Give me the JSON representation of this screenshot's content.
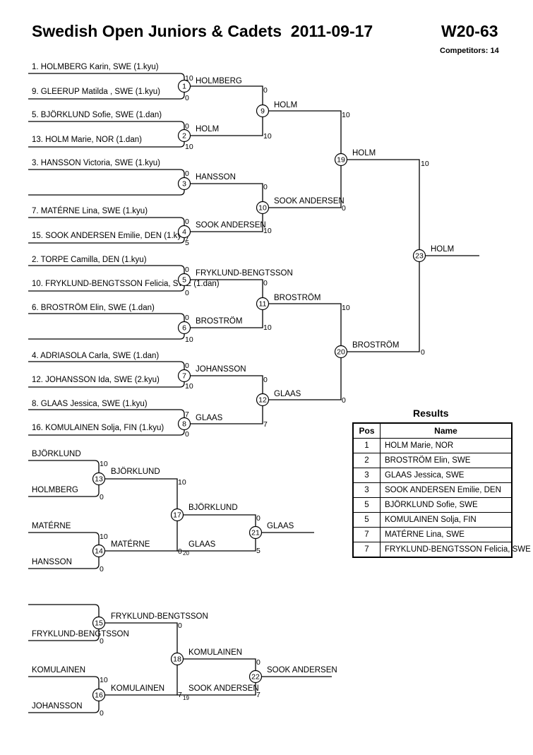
{
  "header": {
    "title": "Swedish Open Juniors & Cadets  2011-09-17",
    "category": "W20-63",
    "competitors": "Competitors: 14"
  },
  "entries": [
    "1. HOLMBERG Karin, SWE (1.kyu)",
    "9. GLEERUP Matilda , SWE (1.kyu)",
    "5. BJÖRKLUND Sofie, SWE (1.dan)",
    "13. HOLM Marie, NOR (1.dan)",
    "3. HANSSON Victoria, SWE (1.kyu)",
    "7. MATÉRNE Lina, SWE (1.kyu)",
    "15. SOOK ANDERSEN Emilie, DEN (1.kyu)",
    "2. TORPE Camilla, DEN (1.kyu)",
    "10. FRYKLUND-BENGTSSON Felicia, SWE (1.dan)",
    "6. BROSTRÖM Elin, SWE (1.dan)",
    "4. ADRIASOLA Carla, SWE (1.dan)",
    "12. JOHANSSON Ida, SWE (2.kyu)",
    "8. GLAAS Jessica, SWE (1.kyu)",
    "16. KOMULAINEN Solja, FIN (1.kyu)"
  ],
  "main_winners": {
    "m1": "HOLMBERG",
    "m2": "HOLM",
    "m3": "HANSSON",
    "m4": "SOOK ANDERSEN",
    "m5": "FRYKLUND-BENGTSSON",
    "m6": "BROSTRÖM",
    "m7": "JOHANSSON",
    "m8": "GLAAS",
    "m9": "HOLM",
    "m10": "SOOK ANDERSEN",
    "m11": "BROSTRÖM",
    "m12": "GLAAS",
    "m19": "HOLM",
    "m20": "BROSTRÖM",
    "m23": "HOLM"
  },
  "repechage": {
    "entries": [
      "BJÖRKLUND",
      "HOLMBERG",
      "MATÉRNE",
      "HANSSON",
      "FRYKLUND-BENGTSSON",
      "KOMULAINEN",
      "JOHANSSON"
    ],
    "winners": {
      "m13": "BJÖRKLUND",
      "m14": "MATÉRNE",
      "m17a": "BJÖRKLUND",
      "m17b": "GLAAS",
      "m21": "GLAAS",
      "m15": "FRYKLUND-BENGTSSON",
      "m16": "KOMULAINEN",
      "m18a": "KOMULAINEN",
      "m18b": "SOOK ANDERSEN",
      "m22": "SOOK ANDERSEN"
    }
  },
  "scores": {
    "s1a": "10",
    "s1b": "0",
    "s2a": "0",
    "s2b": "10",
    "s3a": "0",
    "s4a": "0",
    "s4b": "5",
    "s5a": "0",
    "s5b": "0",
    "s6a": "0",
    "s6b": "10",
    "s7a": "0",
    "s7b": "10",
    "s8a": "7",
    "s8b": "0",
    "s9a": "0",
    "s9b": "10",
    "s10a": "0",
    "s10b": "10",
    "s11a": "0",
    "s11b": "10",
    "s12a": "0",
    "s12b": "7",
    "s19a": "10",
    "s19b": "0",
    "s20a": "10",
    "s20b": "0",
    "s23a": "10",
    "s23b": "0",
    "s13a": "10",
    "s13b": "0",
    "s14a": "10",
    "s14b": "0",
    "s17a": "10",
    "s17b": "0",
    "s21a": "0",
    "s21b": "5",
    "s15a": "0",
    "s16a": "10",
    "s16b": "0",
    "s18a": "0",
    "s18b": "7",
    "s22a": "0",
    "s22b": "7",
    "t17": "20",
    "t18": "19"
  },
  "results": {
    "title": "Results",
    "header": {
      "pos": "Pos",
      "name": "Name"
    },
    "rows": [
      {
        "pos": "1",
        "name": "HOLM Marie, NOR"
      },
      {
        "pos": "2",
        "name": "BROSTRÖM Elin, SWE"
      },
      {
        "pos": "3",
        "name": "GLAAS Jessica, SWE"
      },
      {
        "pos": "3",
        "name": "SOOK ANDERSEN Emilie, DEN"
      },
      {
        "pos": "5",
        "name": "BJÖRKLUND Sofie, SWE"
      },
      {
        "pos": "5",
        "name": "KOMULAINEN Solja, FIN"
      },
      {
        "pos": "7",
        "name": "MATÉRNE Lina, SWE"
      },
      {
        "pos": "7",
        "name": "FRYKLUND-BENGTSSON Felicia, SWE"
      }
    ]
  }
}
